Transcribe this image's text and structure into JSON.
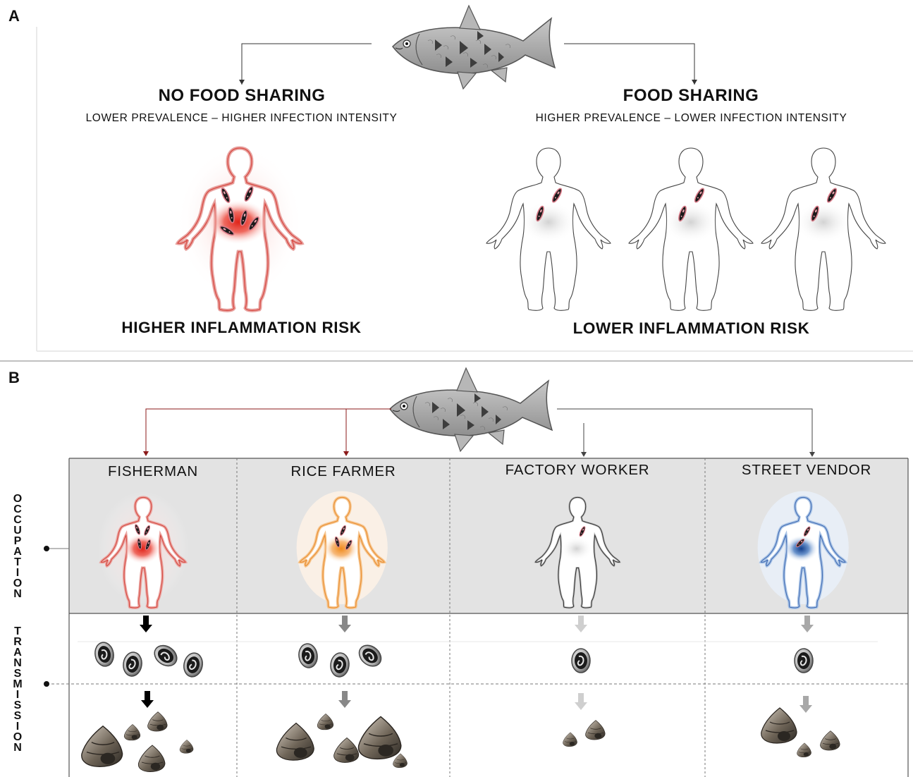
{
  "panel_a": {
    "letter": "A",
    "left": {
      "heading": "NO FOOD SHARING",
      "subheading": "LOWER PREVALENCE – HIGHER INFECTION INTENSITY",
      "risk": "HIGHER INFLAMMATION RISK"
    },
    "right": {
      "heading": "FOOD SHARING",
      "subheading": "HIGHER PREVALENCE – LOWER INFECTION INTENSITY",
      "risk": "LOWER INFLAMMATION RISK"
    }
  },
  "panel_b": {
    "letter": "B",
    "row_labels": [
      "OCCUPATION",
      "TRANSMISSION"
    ],
    "occupations": [
      {
        "label": "FISHERMAN",
        "intensity_color": "#e02a1a",
        "worms": 4,
        "fluke_cysts": 4,
        "snails": 5
      },
      {
        "label": "RICE FARMER",
        "intensity_color": "#f08a1c",
        "worms": 3,
        "fluke_cysts": 3,
        "snails": 5
      },
      {
        "label": "FACTORY WORKER",
        "intensity_color": "#dcdcdc",
        "worms": 1,
        "fluke_cysts": 1,
        "snails": 2
      },
      {
        "label": "STREET VENDOR",
        "intensity_color": "#1b4fa0",
        "worms": 2,
        "fluke_cysts": 1,
        "snails": 3
      }
    ]
  },
  "colors": {
    "grid_bg": "#e3e3e3",
    "red_line": "#8b1a1a",
    "dark_line": "#333333"
  }
}
